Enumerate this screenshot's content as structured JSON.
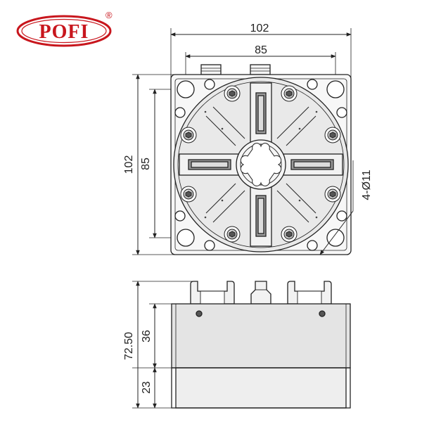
{
  "brand": {
    "name": "POFI",
    "registered_mark": "®",
    "color": "#c8161d"
  },
  "top_view": {
    "dim_width_outer": "102",
    "dim_width_holes": "85",
    "dim_height_outer": "102",
    "dim_height_holes": "85",
    "dim_holes_callout": "4-Ø11"
  },
  "side_view": {
    "dim_total_height": "72.50",
    "dim_upper_height": "36",
    "dim_base_height": "23"
  },
  "colors": {
    "line": "#222222",
    "body_fill": "#e6e6e6",
    "dark_fill": "#7a7a7a"
  }
}
